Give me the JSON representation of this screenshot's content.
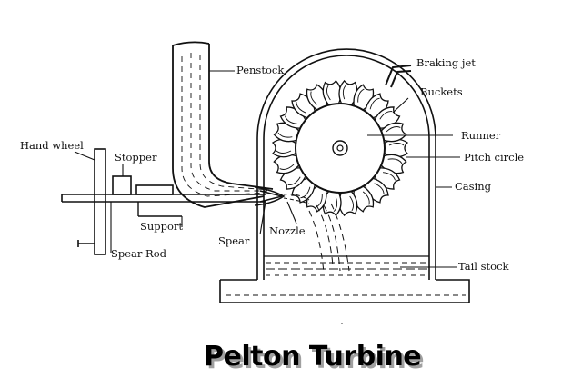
{
  "title": "Pelton Turbine",
  "labels": {
    "penstock": "Penstock",
    "braking_jet": "Braking jet",
    "buckets": "Buckets",
    "runner": "Runner",
    "pitch_circle": "Pitch circle",
    "casing": "Casing",
    "hand_wheel": "Hand wheel",
    "stopper": "Stopper",
    "support": "Support",
    "spear": "Spear",
    "nozzle": "Nozzle",
    "spear_rod": "Spear Rod",
    "tail_stock": "Tail stock"
  },
  "colors": {
    "line": "#111111",
    "title_shadow": "#9a9a9a"
  }
}
